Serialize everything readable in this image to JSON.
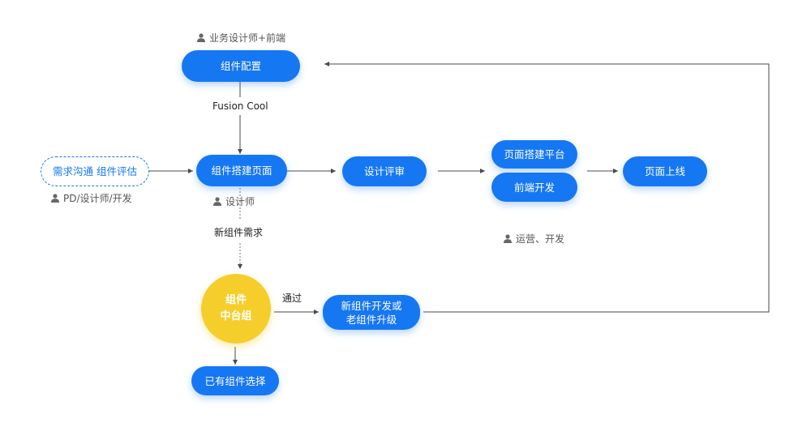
{
  "nodes": {
    "component_config": "组件配置",
    "build_page": "组件搭建页面",
    "design_review": "设计评审",
    "page_platform": "页面搭建平台",
    "frontend_dev": "前端开发",
    "page_launch": "页面上线",
    "requirement_eval": "需求沟通 组件评估",
    "middle_platform": "组件\n中台组",
    "new_component": "新组件开发或\n老组件升级",
    "existing_component": "已有组件选择"
  },
  "roles": {
    "top": "业务设计师+前端",
    "left": "PD/设计师/开发",
    "designer": "设计师",
    "ops": "运营、开发"
  },
  "edge_labels": {
    "fusion": "Fusion Cool",
    "new_need": "新组件需求",
    "pass": "通过"
  },
  "colors": {
    "primary": "#1677f3",
    "circle": "#f5ce2c",
    "arrow": "#4a4a4a"
  },
  "icons": {
    "role": "person-icon"
  }
}
